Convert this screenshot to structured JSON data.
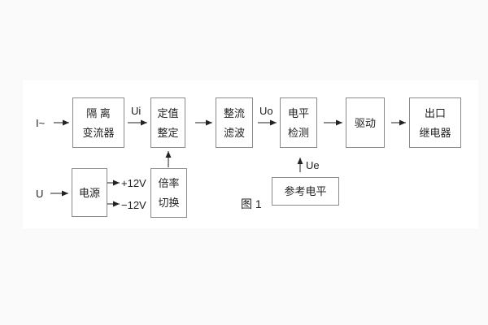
{
  "figure": {
    "caption": "图 1"
  },
  "blocks": {
    "isolation": {
      "line1": "隔 离",
      "line2": "变流器"
    },
    "setting": {
      "line1": "定值",
      "line2": "整定"
    },
    "rectifier": {
      "line1": "整流",
      "line2": "滤波"
    },
    "level_detect": {
      "line1": "电平",
      "line2": "检测"
    },
    "drive": {
      "label": "驱动"
    },
    "output_relay": {
      "line1": "出口",
      "line2": "继电器"
    },
    "power": {
      "label": "电源"
    },
    "ratio_switch": {
      "line1": "倍率",
      "line2": "切换"
    },
    "reference_level": {
      "label": "参考电平"
    }
  },
  "signals": {
    "input_current": "I~",
    "input_voltage": "U",
    "ui": "Ui",
    "uo": "Uo",
    "ue": "Ue",
    "plus12v": "+12V",
    "minus12v": "−12V"
  },
  "colors": {
    "page_background": "#fafafa",
    "figure_background": "#ffffff",
    "box_border": "#8a8a8a",
    "line": "#222222",
    "text": "#222222"
  }
}
